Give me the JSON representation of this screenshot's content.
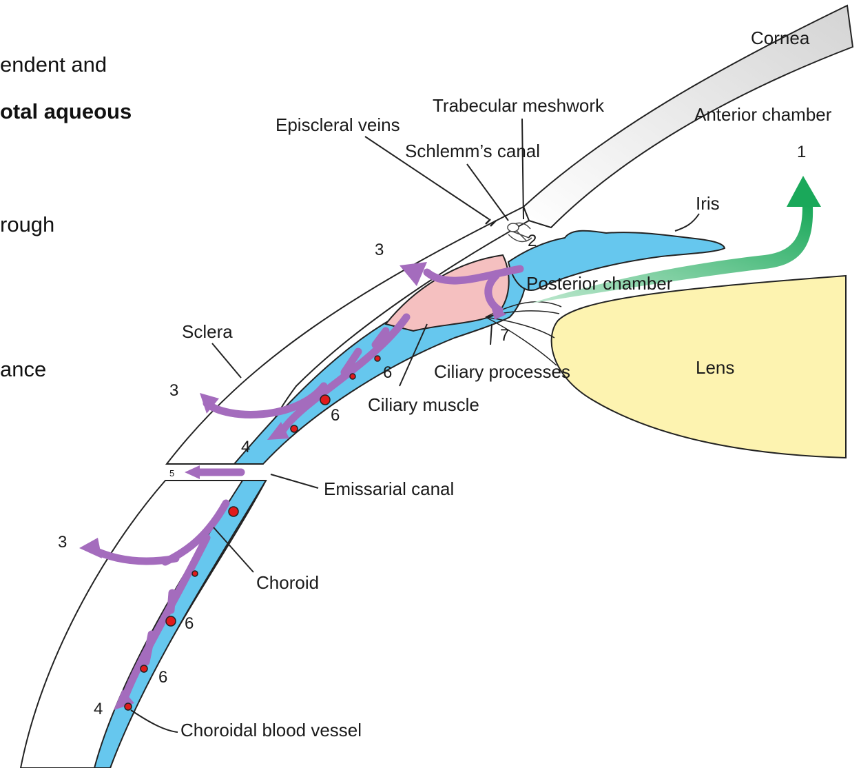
{
  "slide_text_fragments": [
    "endent and",
    "otal aqueous",
    "rough",
    "ance"
  ],
  "labels": {
    "cornea": "Cornea",
    "trabecular_meshwork": "Trabecular meshwork",
    "episcleral_veins": "Episcleral veins",
    "anterior_chamber": "Anterior chamber",
    "schlemms_canal": "Schlemm’s canal",
    "iris": "Iris",
    "posterior_chamber": "Posterior chamber",
    "sclera": "Sclera",
    "ciliary_processes": "Ciliary processes",
    "lens": "Lens",
    "ciliary_muscle": "Ciliary muscle",
    "emissarial_canal": "Emissarial canal",
    "choroid": "Choroid",
    "choroidal_blood_vessel": "Choroidal blood vessel"
  },
  "route_numbers": {
    "n1": "1",
    "n2": "2",
    "n3_top": "3",
    "n3_mid": "3",
    "n3_low": "3",
    "n4_mid": "4",
    "n4_low": "4",
    "n5": "5",
    "n6_a": "6",
    "n6_b": "6",
    "n6_c": "6",
    "n6_d": "6",
    "n7": "7"
  },
  "colors": {
    "cornea": "#d8d8d8",
    "choroid_iris": "#66c7ee",
    "ciliary_muscle": "#f5c0c0",
    "lens": "#fdf3b0",
    "outflow_arrow": "#a46cbd",
    "conventional_arrow": "#1aa85a",
    "blood_vessel": "#e01b1b"
  }
}
